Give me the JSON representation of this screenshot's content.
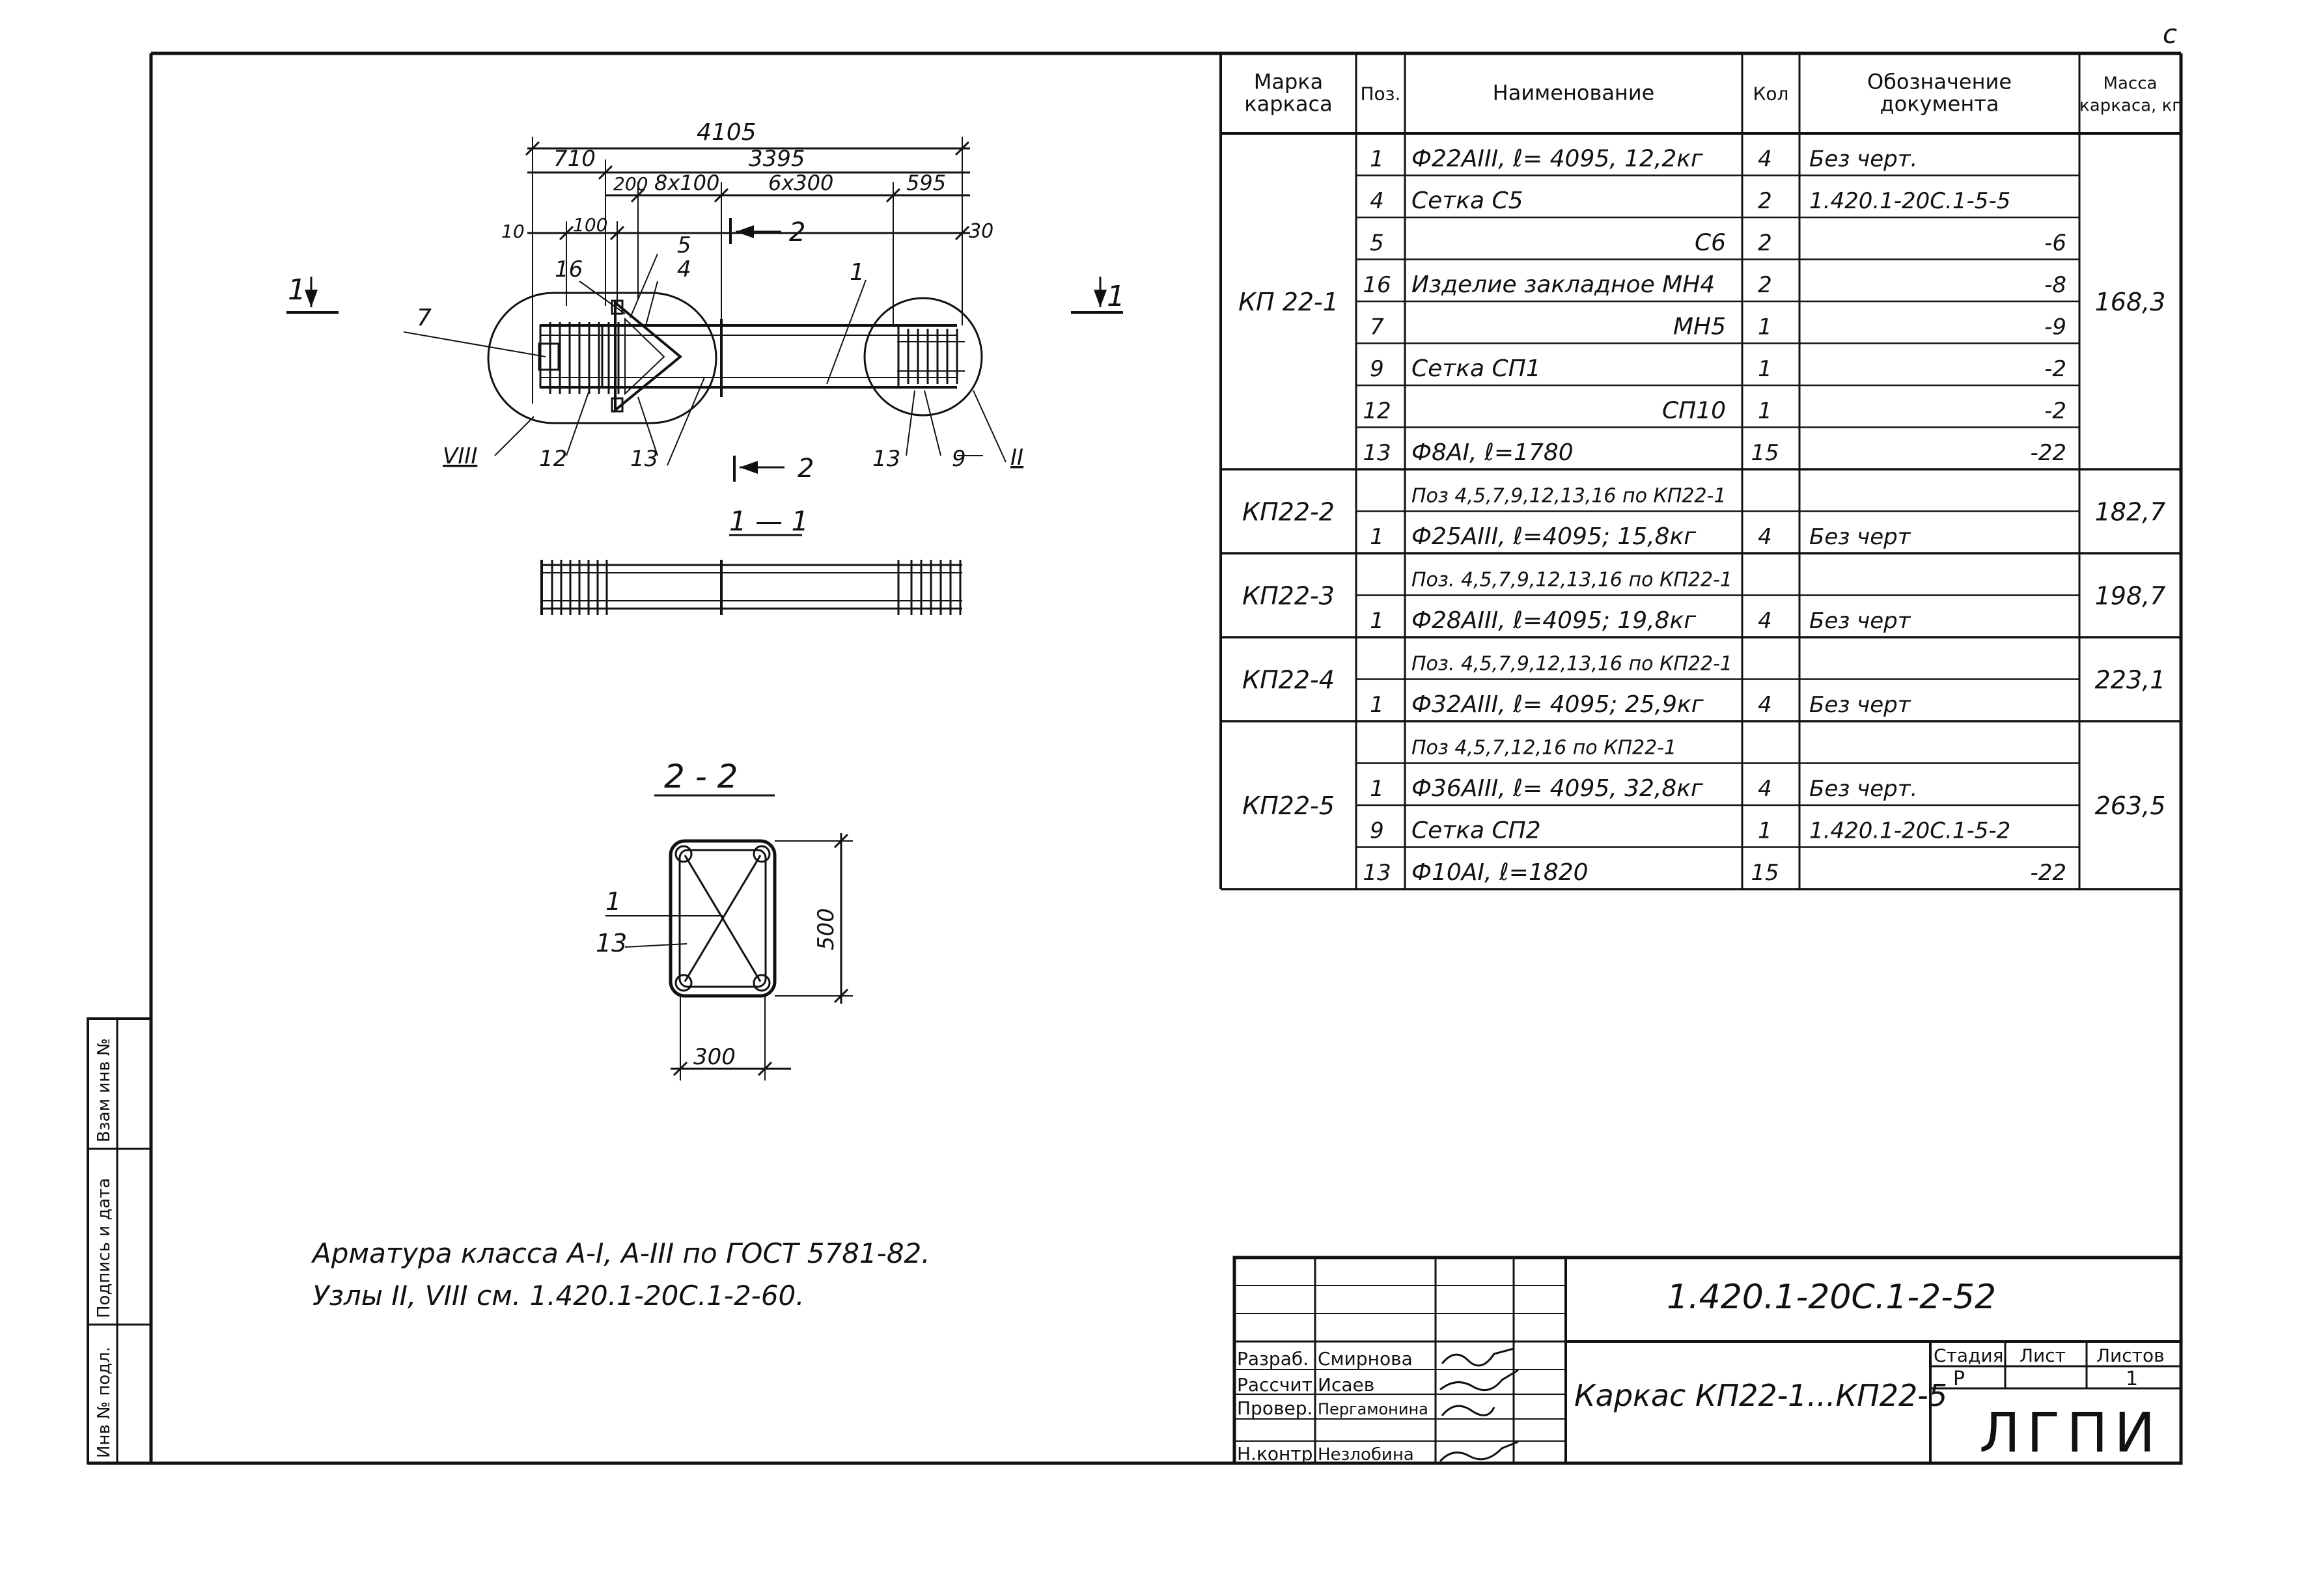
{
  "corner_mark": "с",
  "drawing": {
    "dims": {
      "total": "4105",
      "left": "710",
      "middle": "3395",
      "d200": "200",
      "d8x100": "8x100",
      "d6x300": "6x300",
      "d595": "595",
      "d10": "10",
      "d100": "100",
      "d30": "30"
    },
    "section_marks": {
      "left": "1",
      "right": "1",
      "cut_top": "2",
      "cut_bottom": "2"
    },
    "callouts": {
      "c7": "7",
      "c16": "16",
      "c5": "5",
      "c4": "4",
      "c1": "1",
      "cVIII": "VIII",
      "c12": "12",
      "c13a": "13",
      "c13b": "13",
      "c9": "9",
      "cII": "II"
    },
    "section11_title": "1 — 1",
    "section22_title": "2 - 2",
    "section22": {
      "c1": "1",
      "c13": "13",
      "height": "500",
      "width": "300"
    }
  },
  "spec_table": {
    "headers": [
      "Марка каркаса",
      "Поз.",
      "Наименование",
      "Кол",
      "Обозначение документа",
      "Масса каркаса, кг"
    ],
    "groups": [
      {
        "mark": "КП 22-1",
        "mass": "168,3",
        "rows": [
          {
            "pos": "1",
            "name": "Ф22АIII, ℓ= 4095, 12,2кг",
            "qty": "4",
            "doc": "Без черт."
          },
          {
            "pos": "4",
            "name": "Сетка С5",
            "qty": "2",
            "doc": "1.420.1-20С.1-5-5"
          },
          {
            "pos": "5",
            "name": "С6",
            "qty": "2",
            "doc": "-6"
          },
          {
            "pos": "16",
            "name": "Изделие закладное МН4",
            "qty": "2",
            "doc": "-8"
          },
          {
            "pos": "7",
            "name": "МН5",
            "qty": "1",
            "doc": "-9"
          },
          {
            "pos": "9",
            "name": "Сетка СП1",
            "qty": "1",
            "doc": "-2"
          },
          {
            "pos": "12",
            "name": "СП10",
            "qty": "1",
            "doc": "-2"
          },
          {
            "pos": "13",
            "name": "Ф8АI, ℓ=1780",
            "qty": "15",
            "doc": "-22"
          }
        ]
      },
      {
        "mark": "КП22-2",
        "mass": "182,7",
        "rows": [
          {
            "pos": "",
            "name": "Поз 4,5,7,9,12,13,16 по КП22-1",
            "qty": "",
            "doc": ""
          },
          {
            "pos": "1",
            "name": "Ф25АIII, ℓ=4095; 15,8кг",
            "qty": "4",
            "doc": "Без черт"
          }
        ]
      },
      {
        "mark": "КП22-3",
        "mass": "198,7",
        "rows": [
          {
            "pos": "",
            "name": "Поз. 4,5,7,9,12,13,16 по КП22-1",
            "qty": "",
            "doc": ""
          },
          {
            "pos": "1",
            "name": "Ф28АIII, ℓ=4095; 19,8кг",
            "qty": "4",
            "doc": "Без черт"
          }
        ]
      },
      {
        "mark": "КП22-4",
        "mass": "223,1",
        "rows": [
          {
            "pos": "",
            "name": "Поз. 4,5,7,9,12,13,16 по КП22-1",
            "qty": "",
            "doc": ""
          },
          {
            "pos": "1",
            "name": "Ф32АIII, ℓ= 4095; 25,9кг",
            "qty": "4",
            "doc": "Без черт"
          }
        ]
      },
      {
        "mark": "КП22-5",
        "mass": "263,5",
        "rows": [
          {
            "pos": "",
            "name": "Поз 4,5,7,12,16 по КП22-1",
            "qty": "",
            "doc": ""
          },
          {
            "pos": "1",
            "name": "Ф36АIII, ℓ= 4095, 32,8кг",
            "qty": "4",
            "doc": "Без черт."
          },
          {
            "pos": "9",
            "name": "Сетка СП2",
            "qty": "1",
            "doc": "1.420.1-20С.1-5-2"
          },
          {
            "pos": "13",
            "name": "Ф10АI, ℓ=1820",
            "qty": "15",
            "doc": "-22"
          }
        ]
      }
    ]
  },
  "notes": [
    "Арматура класса А-I, А-III по ГОСТ 5781-82.",
    "Узлы II, VIII см. 1.420.1-20С.1-2-60."
  ],
  "side_stamp": [
    "Инв № подл.",
    "Подпись и дата",
    "Взам инв №"
  ],
  "title_block": {
    "doc_code": "1.420.1-20С.1-2-52",
    "title": "Каркас КП22-1...КП22-5",
    "roles": [
      "Разраб.",
      "Рассчит.",
      "Провер.",
      "",
      "Н.контр"
    ],
    "names": [
      "Смирнова",
      "Исаев",
      "Пергамонина",
      "",
      "Незлобина"
    ],
    "stage_label": "Стадия",
    "sheet_label": "Лист",
    "sheets_label": "Листов",
    "stage": "Р",
    "sheets": "1",
    "org": "ЛГПИ"
  }
}
